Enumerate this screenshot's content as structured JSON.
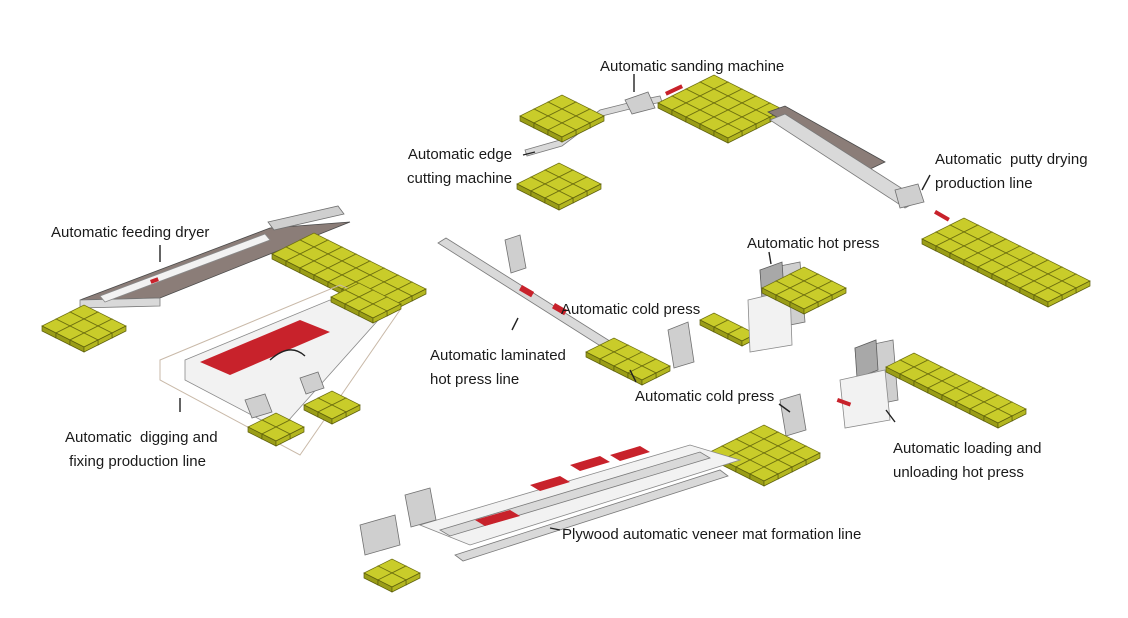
{
  "labels": {
    "feeding_dryer": "Automatic feeding dryer",
    "digging_fixing": "Automatic  digging and\n fixing production line",
    "edge_cutting": "Automatic edge\ncutting machine",
    "sanding": "Automatic sanding machine",
    "putty_drying": "Automatic  putty drying\nproduction line",
    "hot_press": "Automatic hot press",
    "cold_press_upper": "Automatic cold press",
    "laminated_hot_press": "Automatic laminated\nhot press line",
    "cold_press_lower": "Automatic cold press",
    "loading_unloading": "Automatic loading and\nunloading hot press",
    "veneer_mat": "Plywood automatic veneer mat formation line"
  },
  "colors": {
    "pallet": "#c9cc2a",
    "accent_red": "#c8222b",
    "machine_gray": "#cfcfcf"
  }
}
